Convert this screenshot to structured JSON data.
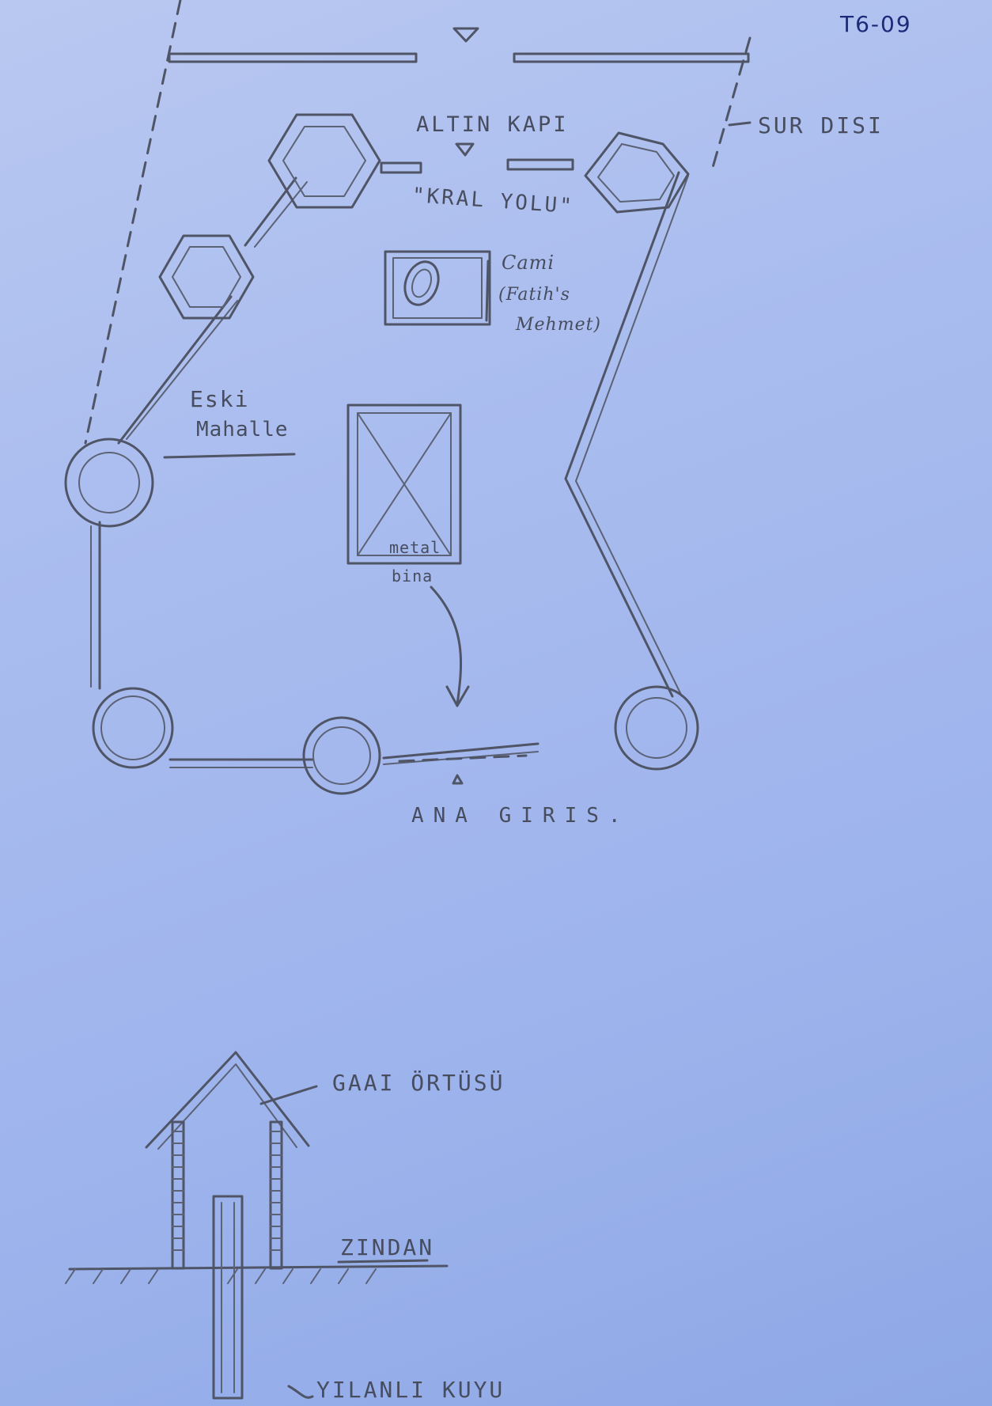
{
  "page_code": "T6-09",
  "map": {
    "labels": {
      "golden_gate": "ALTIN KAPI",
      "kings_road": "\"KRAL YOLU\"",
      "outside_walls": "SUR DISI",
      "mosque_line1": "Cami",
      "mosque_line2": "(Fatih's",
      "mosque_line3": "Mehmet)",
      "old_quarter_line1": "Eski",
      "old_quarter_line2": "Mahalle",
      "building_line1": "metal",
      "building_line2": "bina",
      "main_entrance": "ANA GIRIS."
    }
  },
  "section": {
    "labels": {
      "roof": "GAAI ÖRTÜSÜ",
      "dungeon": "ZINDAN",
      "snake_well": "YILANLI KUYU"
    }
  },
  "colors": {
    "paper": "#a9bcef",
    "pencil": "#4f5566",
    "ink": "#1c2a7a"
  }
}
